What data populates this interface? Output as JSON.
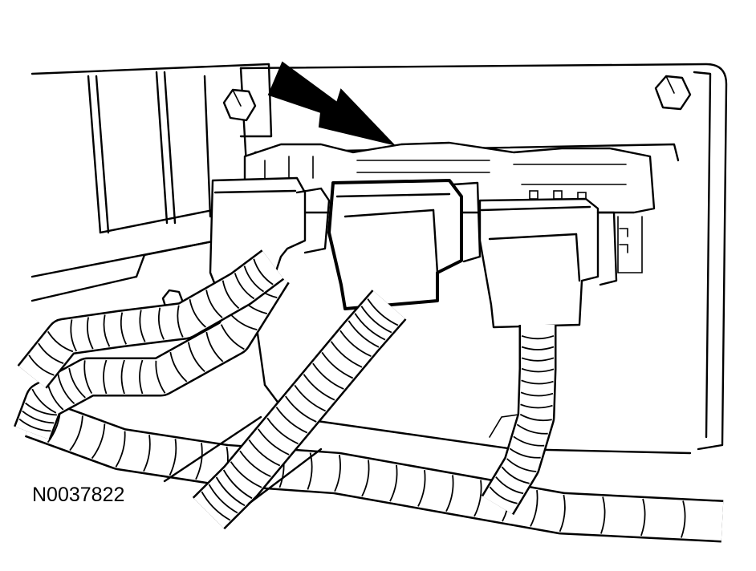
{
  "figure": {
    "id_label": "N0037822",
    "line_color": "#000000",
    "background_color": "#ffffff"
  },
  "harnesses": [
    {
      "name": "left-harness-upper",
      "rings": 17
    },
    {
      "name": "left-harness-lower",
      "rings": 20
    },
    {
      "name": "center-harness",
      "rings": 22
    },
    {
      "name": "right-harness",
      "rings": 16
    },
    {
      "name": "bottom-harness",
      "rings": 24
    }
  ]
}
